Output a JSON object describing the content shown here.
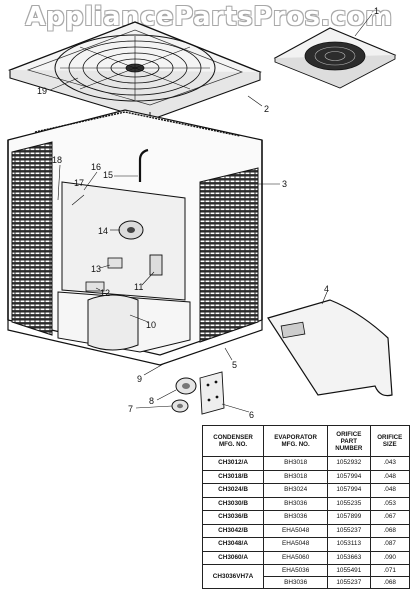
{
  "watermark": "AppliancePartsPros.com",
  "callouts": [
    "1",
    "2",
    "3",
    "4",
    "5",
    "6",
    "7",
    "8",
    "9",
    "10",
    "11",
    "12",
    "13",
    "14",
    "15",
    "16",
    "17",
    "18",
    "19"
  ],
  "table": {
    "headers": [
      [
        "CONDENSER",
        "MFG. NO."
      ],
      [
        "EVAPORATOR",
        "MFG. NO."
      ],
      [
        "ORIFICE",
        "PART",
        "NUMBER"
      ],
      [
        "ORIFICE",
        "SIZE"
      ]
    ],
    "rows": [
      {
        "condenser": "CH3012/A",
        "evaporator": "BH3018",
        "part": "1052932",
        "size": ".043"
      },
      {
        "condenser": "CH3018/B",
        "evaporator": "BH3018",
        "part": "1057994",
        "size": ".048"
      },
      {
        "condenser": "CH3024/B",
        "evaporator": "BH3024",
        "part": "1057994",
        "size": ".048"
      },
      {
        "condenser": "CH3030/B",
        "evaporator": "BH3036",
        "part": "1055235",
        "size": ".053"
      },
      {
        "condenser": "CH3036/B",
        "evaporator": "BH3036",
        "part": "1057899",
        "size": ".067"
      },
      {
        "condenser": "CH3042/B",
        "evaporator": "EHA5048",
        "part": "1055237",
        "size": ".068"
      },
      {
        "condenser": "CH3048/A",
        "evaporator": "EHA5048",
        "part": "1053113",
        "size": ".087"
      },
      {
        "condenser": "CH3060/A",
        "evaporator": "EHA5060",
        "part": "1053663",
        "size": ".090"
      }
    ],
    "last_row": {
      "condenser": "CH3036VH7A",
      "sub": [
        {
          "evaporator": "EHA5036",
          "part": "1055491",
          "size": ".071"
        },
        {
          "evaporator": "BH3036",
          "part": "1055237",
          "size": ".068"
        }
      ]
    }
  }
}
